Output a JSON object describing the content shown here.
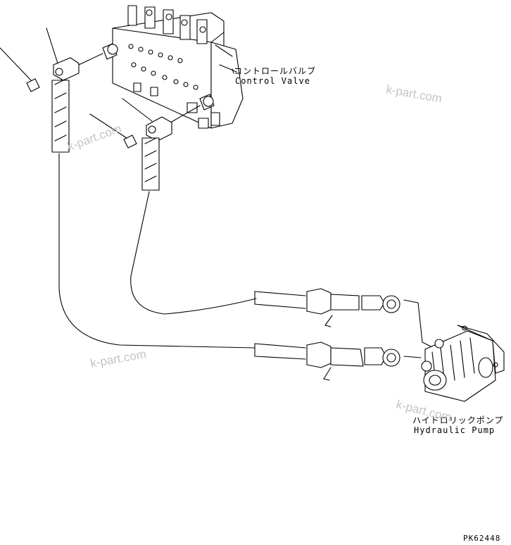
{
  "labels": {
    "control_valve_jp": "コントロールバルブ",
    "control_valve_en": "Control Valve",
    "hydraulic_pump_jp": "ハイドロリックポンプ",
    "hydraulic_pump_en": "Hydraulic Pump",
    "part_code": "PK62448"
  },
  "watermarks": [
    "k-part.com",
    "k-part.com",
    "k-part.com",
    "k-part.com"
  ]
}
